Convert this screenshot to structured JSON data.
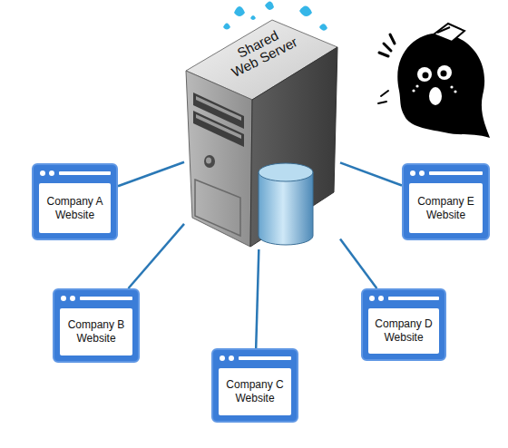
{
  "diagram": {
    "nodes": [
      {
        "text": [
          "Shared Web Server"
        ]
      },
      {
        "text": [
          "Company A Website"
        ]
      },
      {
        "text": [
          "Company E Website"
        ]
      },
      {
        "text": [
          "Company B Website"
        ]
      },
      {
        "text": [
          "Company D Website"
        ]
      },
      {
        "text": [
          "Company C Website"
        ]
      }
    ],
    "edges": [
      {
        "from": 0,
        "to": 1,
        "arrow": "none"
      },
      {
        "from": 0,
        "to": 2,
        "arrow": "none"
      },
      {
        "from": 0,
        "to": 3,
        "arrow": "none"
      },
      {
        "from": 0,
        "to": 4,
        "arrow": "none"
      },
      {
        "from": 0,
        "to": 5,
        "arrow": "none"
      }
    ]
  }
}
